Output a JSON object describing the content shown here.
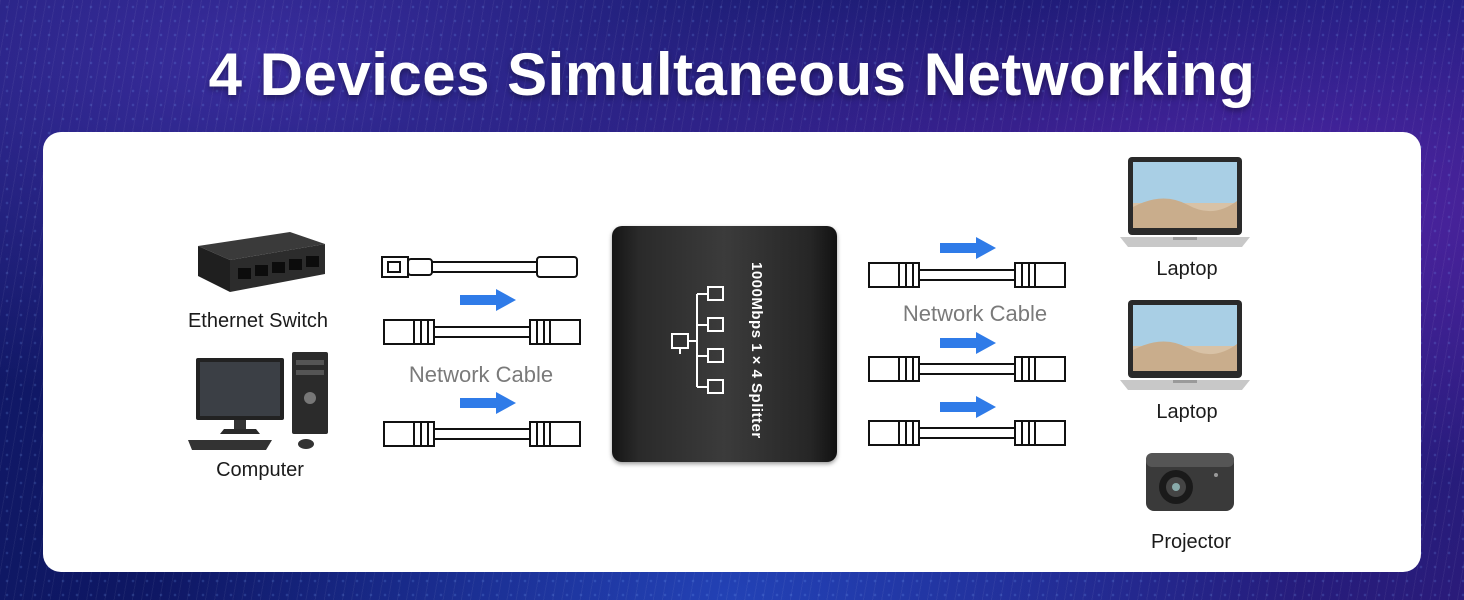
{
  "headline": "4 Devices Simultaneous Networking",
  "colors": {
    "accent_arrow": "#2f7be8",
    "panel": "#ffffff",
    "background": "#141a6a"
  },
  "left_devices": [
    {
      "name": "Ethernet Switch",
      "icon": "ethernet-switch-icon"
    },
    {
      "name": "Computer",
      "icon": "desktop-computer-icon"
    }
  ],
  "left_cable_label": "Network Cable",
  "splitter": {
    "label": "1000Mbps 1×4 Splitter",
    "icon": "network-topology-icon"
  },
  "right_cable_label": "Network Cable",
  "right_devices": [
    {
      "name": "Laptop",
      "icon": "laptop-icon"
    },
    {
      "name": "Laptop",
      "icon": "laptop-icon"
    },
    {
      "name": "Projector",
      "icon": "projector-icon"
    }
  ]
}
